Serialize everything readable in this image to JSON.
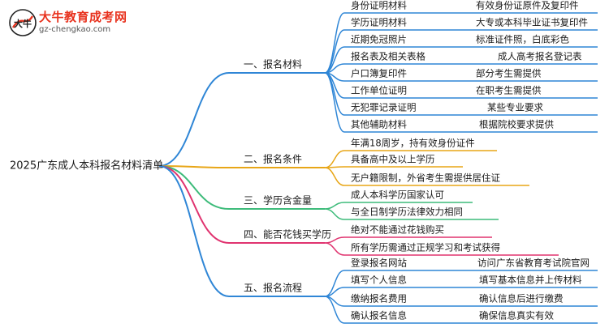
{
  "logo": {
    "title": "大牛教育成考网",
    "url": "gz-chengkao.com",
    "mark_text": "大牛",
    "brand_color": "#e8321e"
  },
  "root": {
    "label": "2025广东成人本科报名材料清单"
  },
  "branches": [
    {
      "label": "一、报名材料",
      "color": "#2f86d6",
      "leaves": [
        {
          "label": "身份证明材料",
          "detail": "有效身份证原件及复印件"
        },
        {
          "label": "学历证明材料",
          "detail": "大专或本科毕业证书复印件"
        },
        {
          "label": "近期免冠照片",
          "detail": "标准证件照，白底彩色"
        },
        {
          "label": "报名表及相关表格",
          "detail": "成人高考报名登记表"
        },
        {
          "label": "户口簿复印件",
          "detail": "部分考生需提供"
        },
        {
          "label": "工作单位证明",
          "detail": "在职考生需提供"
        },
        {
          "label": "无犯罪记录证明",
          "detail": "某些专业要求"
        },
        {
          "label": "其他辅助材料",
          "detail": "根据院校要求提供"
        }
      ]
    },
    {
      "label": "二、报名条件",
      "color": "#e8a617",
      "leaves": [
        {
          "label": "年满18周岁，持有效身份证件",
          "detail": ""
        },
        {
          "label": "具备高中及以上学历",
          "detail": ""
        },
        {
          "label": "无户籍限制，外省考生需提供居住证",
          "detail": ""
        }
      ]
    },
    {
      "label": "三、学历含金量",
      "color": "#3dbb7a",
      "leaves": [
        {
          "label": "成人本科学历国家认可",
          "detail": ""
        },
        {
          "label": "与全日制学历法律效力相同",
          "detail": ""
        }
      ]
    },
    {
      "label": "四、能否花钱买学历",
      "color": "#e0336f",
      "leaves": [
        {
          "label": "绝对不能通过花钱购买",
          "detail": ""
        },
        {
          "label": "所有学历需通过正规学习和考试获得",
          "detail": ""
        }
      ]
    },
    {
      "label": "五、报名流程",
      "color": "#2f86d6",
      "leaves": [
        {
          "label": "登录报名网站",
          "detail": "访问广东省教育考试院官网"
        },
        {
          "label": "填写个人信息",
          "detail": "填写基本信息并上传材料"
        },
        {
          "label": "缴纳报名费用",
          "detail": "确认信息后进行缴费"
        },
        {
          "label": "确认报名信息",
          "detail": "确保信息真实有效"
        }
      ]
    }
  ]
}
